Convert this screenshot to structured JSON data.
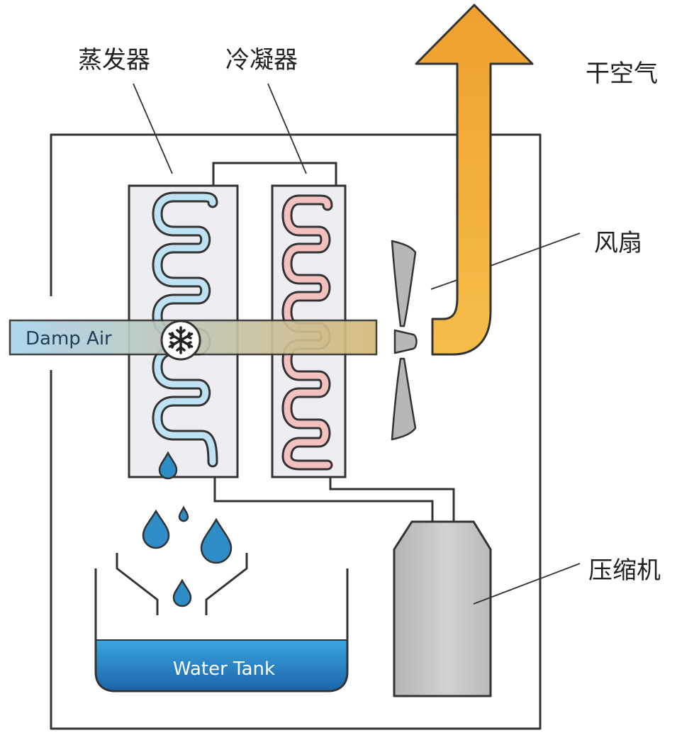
{
  "labels": {
    "evaporator": "蒸发器",
    "condenser": "冷凝器",
    "dry_air": "干空气",
    "fan": "风扇",
    "compressor": "压缩机",
    "damp_air": "Damp Air",
    "water_tank": "Water Tank"
  },
  "icons": {
    "snowflake": "snowflake-icon",
    "water_drop": "water-drop-icon"
  },
  "colors": {
    "outline": "#333333",
    "evaporator_coil": "#bfe3f5",
    "condenser_coil": "#f3c2c0",
    "panel_fill": "#eeeef2",
    "arrow_orange_top": "#f0a632",
    "arrow_orange_bottom": "#f5bd4a",
    "damp_air_left": "#a9d3ec",
    "damp_air_right": "#d6b978",
    "water_drop": "#2e8cc7",
    "water_tank_top": "#3ba5e0",
    "water_tank_bottom": "#1b64a8",
    "compressor_gray": "#c4c4c4",
    "fan_gray": "#b7b7b7"
  }
}
